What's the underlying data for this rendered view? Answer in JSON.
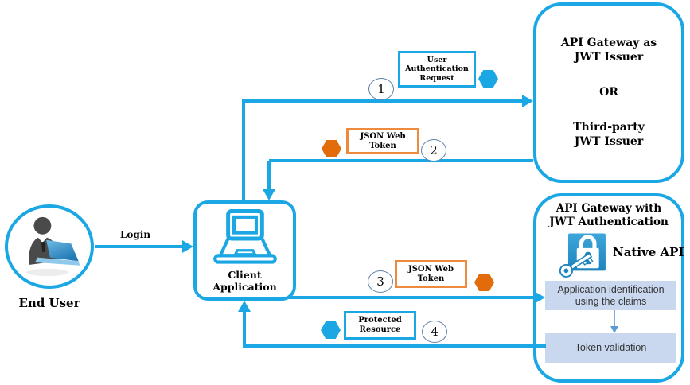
{
  "colors": {
    "flow_blue": "#1AA7E4",
    "token_orange": "#E26B0A",
    "orange_box_border": "#ED8A3E",
    "step_box_fill": "#C9D8EF",
    "number_circle_border": "#5E81A8"
  },
  "end_user": {
    "label": "End User"
  },
  "login": {
    "label": "Login"
  },
  "client": {
    "label": "Client Application"
  },
  "issuer": {
    "lines": [
      "API Gateway as",
      "JWT Issuer",
      "OR",
      "Third-party",
      "JWT Issuer"
    ]
  },
  "gateway": {
    "title_lines": [
      "API Gateway with",
      "JWT Authentication"
    ],
    "native_api_label": "Native API",
    "steps": [
      "Application identification using the claims",
      "Token validation"
    ]
  },
  "flows": [
    {
      "number": "1",
      "label": "User Authentication Request",
      "token": "blue-hexagon"
    },
    {
      "number": "2",
      "label": "JSON Web Token",
      "token": "orange-hexagon"
    },
    {
      "number": "3",
      "label": "JSON Web Token",
      "token": "orange-hexagon"
    },
    {
      "number": "4",
      "label": "Protected Resource",
      "token": "blue-hexagon"
    }
  ]
}
